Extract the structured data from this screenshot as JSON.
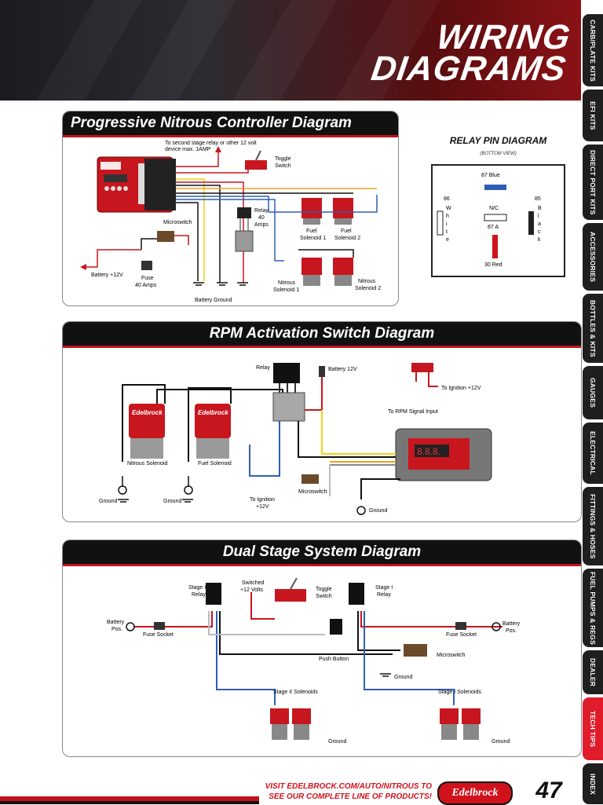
{
  "header": {
    "title_line1": "WIRING",
    "title_line2": "DIAGRAMS"
  },
  "tabs": [
    {
      "label": "CARB/PLATE KITS",
      "active": false
    },
    {
      "label": "EFI KITS",
      "active": false
    },
    {
      "label": "DIRECT PORT KITS",
      "active": false
    },
    {
      "label": "ACCESSORIES",
      "active": false
    },
    {
      "label": "BOTTLES & KITS",
      "active": false
    },
    {
      "label": "GAUGES",
      "active": false
    },
    {
      "label": "ELECTRICAL",
      "active": false
    },
    {
      "label": "FITTINGS & HOSES",
      "active": false
    },
    {
      "label": "FUEL PUMPS & REGS",
      "active": false
    },
    {
      "label": "DEALER",
      "active": false
    },
    {
      "label": "TECH TIPS",
      "active": true
    },
    {
      "label": "INDEX",
      "active": false
    }
  ],
  "progressive": {
    "title": "Progressive Nitrous Controller Diagram",
    "note_line1": "To second stage relay or other 12 volt",
    "note_line2": "device max. 1AMP",
    "toggle_line1": "Toggle",
    "toggle_line2": "Switch",
    "relay_line1": "Relay",
    "relay_line2": "40",
    "relay_line3": "Amps",
    "microswitch": "Microswitch",
    "battery": "Battery +12V",
    "fuse_line1": "Fuse",
    "fuse_line2": "40 Amps",
    "battery_ground": "Battery Ground",
    "fuel1_line1": "Fuel",
    "fuel1_line2": "Solenoid 1",
    "fuel2_line1": "Fuel",
    "fuel2_line2": "Solenoid 2",
    "nitrous1_line1": "Nitrous",
    "nitrous1_line2": "Solenoid 1",
    "nitrous2_line1": "Nitrous",
    "nitrous2_line2": "Solenoid 2"
  },
  "relay_pin": {
    "title": "RELAY PIN DIAGRAM",
    "subtitle": "(BOTTOM VIEW)",
    "pin87": "87 Blue",
    "pin86": "86",
    "pin86_color": [
      "W",
      "h",
      "i",
      "t",
      "e"
    ],
    "pin85": "85",
    "pin85_color": [
      "B",
      "l",
      "a",
      "c",
      "k"
    ],
    "nc": "N/C",
    "pin87a": "87 A",
    "pin30": "30 Red"
  },
  "rpm": {
    "title": "RPM Activation Switch Diagram",
    "relay": "Relay",
    "battery": "Battery 12V",
    "to_ignition": "To Ignition +12V",
    "rpm_signal": "To RPM Signal Input",
    "nitrous_solenoid": "Nitrous Solenoid",
    "fuel_solenoid": "Fuel Solenoid",
    "ground": "Ground",
    "ground_icon_label_1": "Ground",
    "ground_icon_label_2": "Ground",
    "ground_icon_label_3": "Ground",
    "microswitch": "Microswitch",
    "to_ignition2_line1": "To Ignition",
    "to_ignition2_line2": "+12V",
    "display": "8.8.8.",
    "logo_nitrous": "Edelbrock",
    "logo_fuel": "Edelbrock"
  },
  "dual": {
    "title": "Dual Stage System Diagram",
    "stage2_relay_line1": "Stage II",
    "stage2_relay_line2": "Relay",
    "stage1_relay_line1": "Stage I",
    "stage1_relay_line2": "Relay",
    "switched_line1": "Switched",
    "switched_line2": "+12 Volts",
    "toggle_line1": "Toggle",
    "toggle_line2": "Switch",
    "battery_left_line1": "Battery",
    "battery_left_line2": "Pos.",
    "battery_right_line1": "Battery",
    "battery_right_line2": "Pos.",
    "fuse_left": "Fuse Socket",
    "fuse_right": "Fuse Socket",
    "push_button": "Push Button",
    "microswitch": "Microswitch",
    "ground_mid": "Ground",
    "stage2_solenoids": "Stage II Solenoids",
    "stage1_solenoids": "Stage I Solenoids",
    "ground_left": "Ground",
    "ground_right": "Ground"
  },
  "footer": {
    "line1": "VISIT EDELBROCK.COM/AUTO/NITROUS TO",
    "line2": "SEE OUR COMPLETE LINE OF PRODUCTS!",
    "logo": "Edelbrock",
    "page_number": "47"
  },
  "colors": {
    "accent_red": "#d0121c",
    "wire_blue": "#2f5fb3",
    "wire_orange": "#f0a020",
    "wire_yellow": "#f2d21a",
    "dark": "#111111"
  }
}
